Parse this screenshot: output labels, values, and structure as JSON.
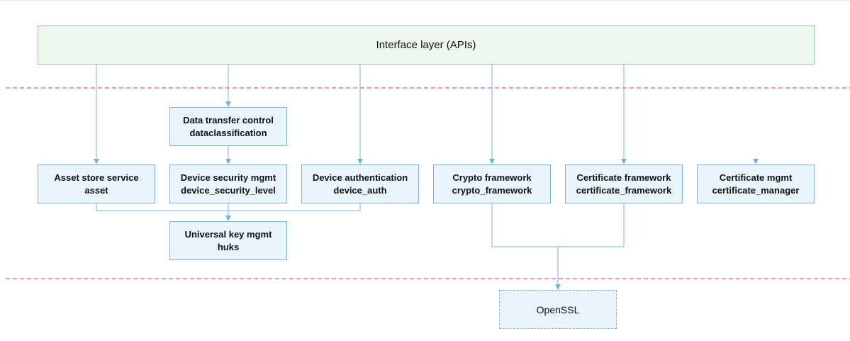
{
  "interface_layer": {
    "label": "Interface layer (APIs)"
  },
  "components": {
    "data_transfer": {
      "name": "Data transfer control",
      "module": "dataclassification"
    },
    "asset_store": {
      "name": "Asset store service",
      "module": "asset"
    },
    "device_security": {
      "name": "Device security mgmt",
      "module": "device_security_level"
    },
    "device_auth": {
      "name": "Device authentication",
      "module": "device_auth"
    },
    "crypto": {
      "name": "Crypto framework",
      "module": "crypto_framework"
    },
    "certificate_framework": {
      "name": "Certificate framework",
      "module": "certificate_framework"
    },
    "certificate_mgmt": {
      "name": "Certificate mgmt",
      "module": "certificate_manager"
    },
    "universal_key": {
      "name": "Universal key mgmt",
      "module": "huks"
    }
  },
  "external": {
    "openssl": {
      "label": "OpenSSL"
    }
  },
  "colors": {
    "connector": "#79b3dc",
    "layer_divider": "#e35d86",
    "component_fill": "#eaf4fc",
    "api_fill": "#eef8ef",
    "api_border": "#8fc79a"
  }
}
